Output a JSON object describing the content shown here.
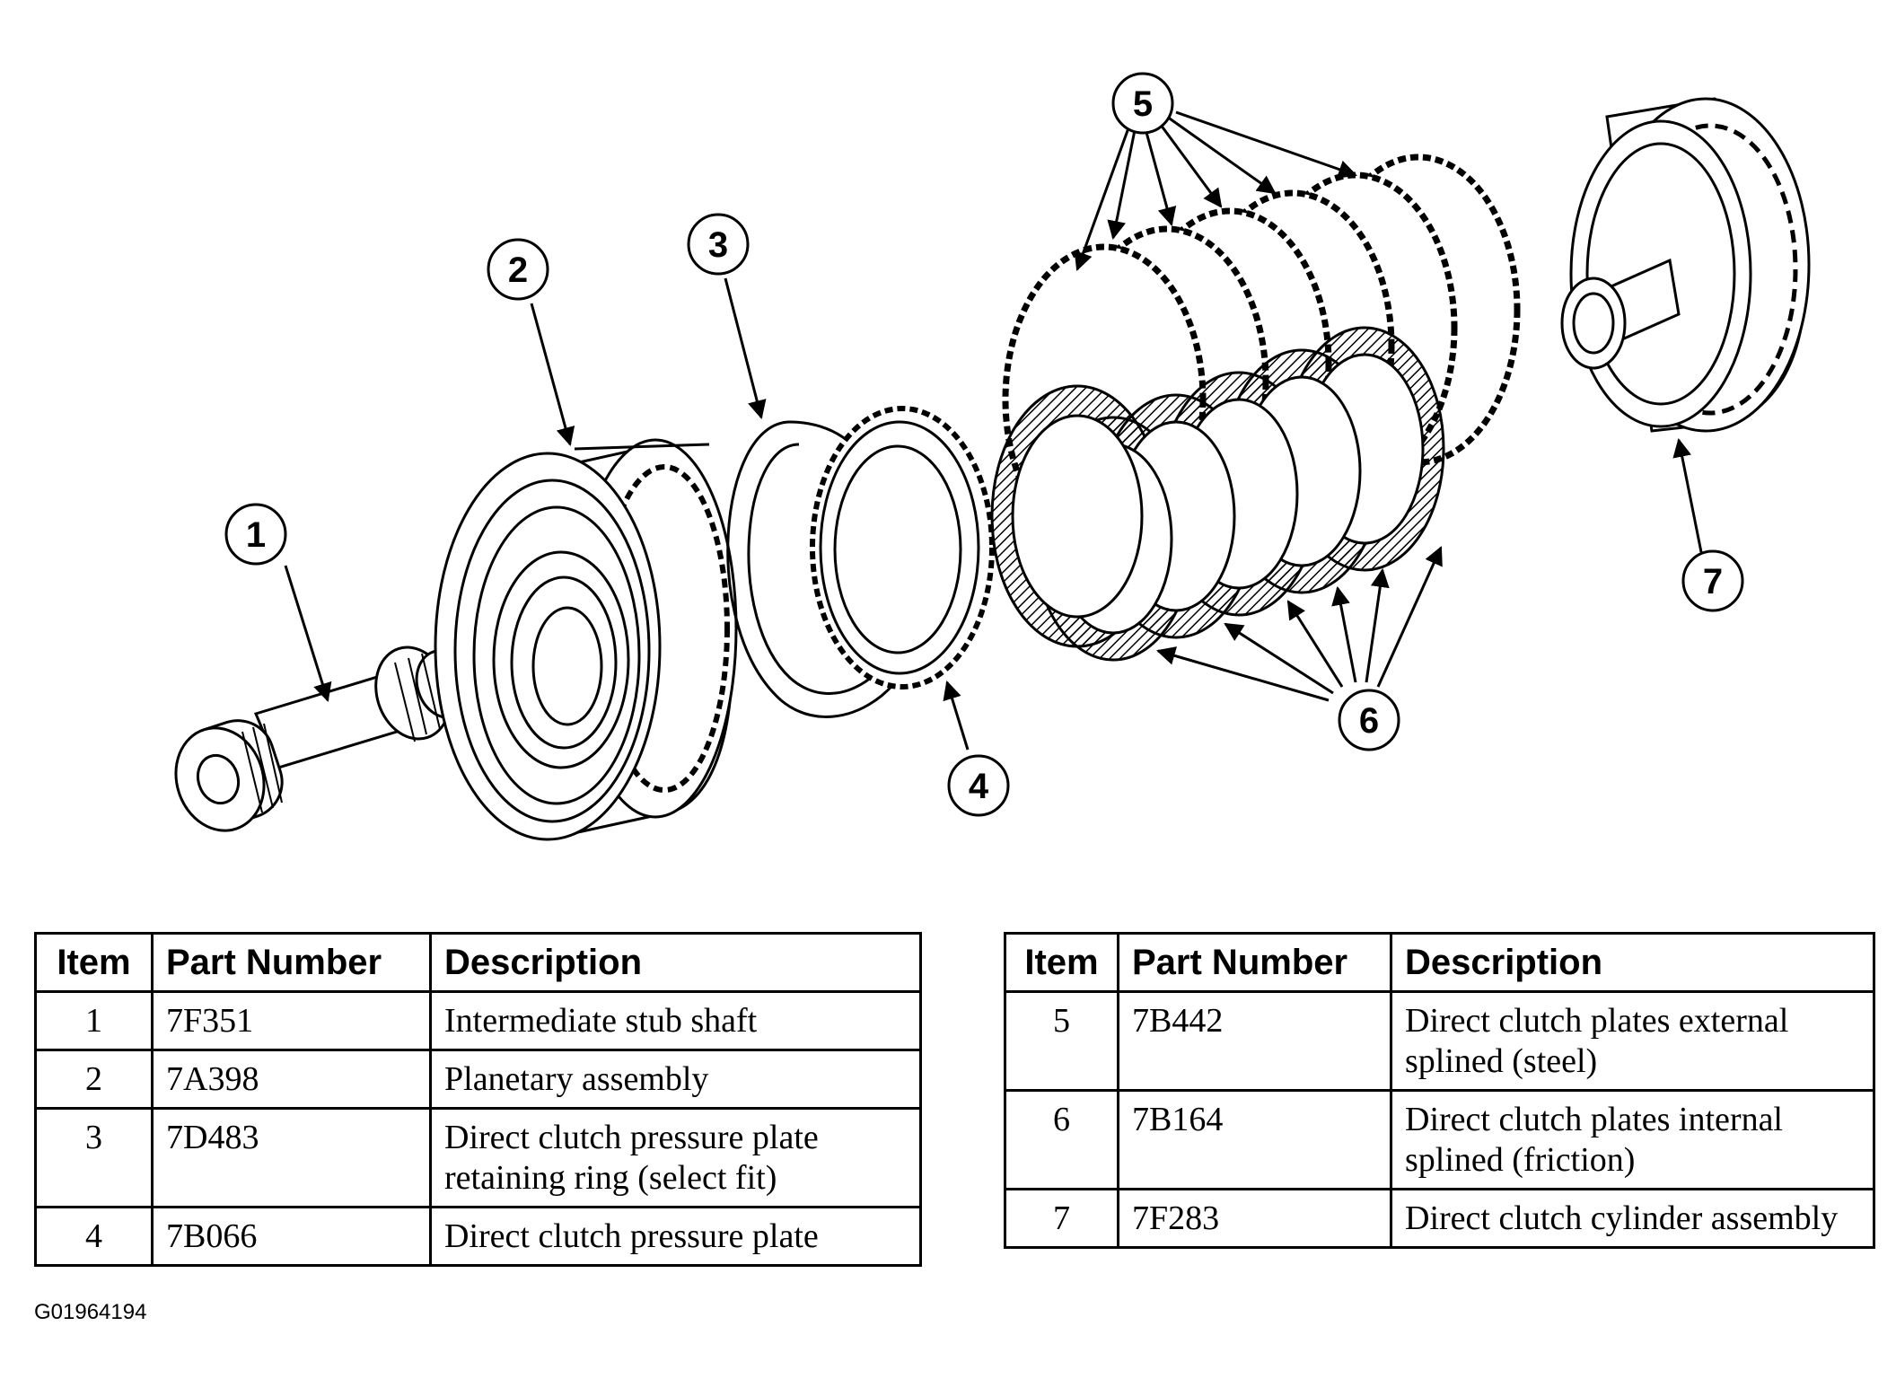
{
  "callouts": [
    "1",
    "2",
    "3",
    "4",
    "5",
    "6",
    "7"
  ],
  "table_headers": {
    "item": "Item",
    "part_number": "Part Number",
    "description": "Description"
  },
  "parts_left": [
    {
      "item": "1",
      "part_number": "7F351",
      "description": "Intermediate stub shaft"
    },
    {
      "item": "2",
      "part_number": "7A398",
      "description": "Planetary assembly"
    },
    {
      "item": "3",
      "part_number": "7D483",
      "description": "Direct clutch pressure plate retaining ring (select fit)"
    },
    {
      "item": "4",
      "part_number": "7B066",
      "description": "Direct clutch pressure plate"
    }
  ],
  "parts_right": [
    {
      "item": "5",
      "part_number": "7B442",
      "description": "Direct clutch plates external splined (steel)"
    },
    {
      "item": "6",
      "part_number": "7B164",
      "description": "Direct clutch plates internal splined (friction)"
    },
    {
      "item": "7",
      "part_number": "7F283",
      "description": "Direct clutch cylinder assembly"
    }
  ],
  "figure_id": "G01964194"
}
